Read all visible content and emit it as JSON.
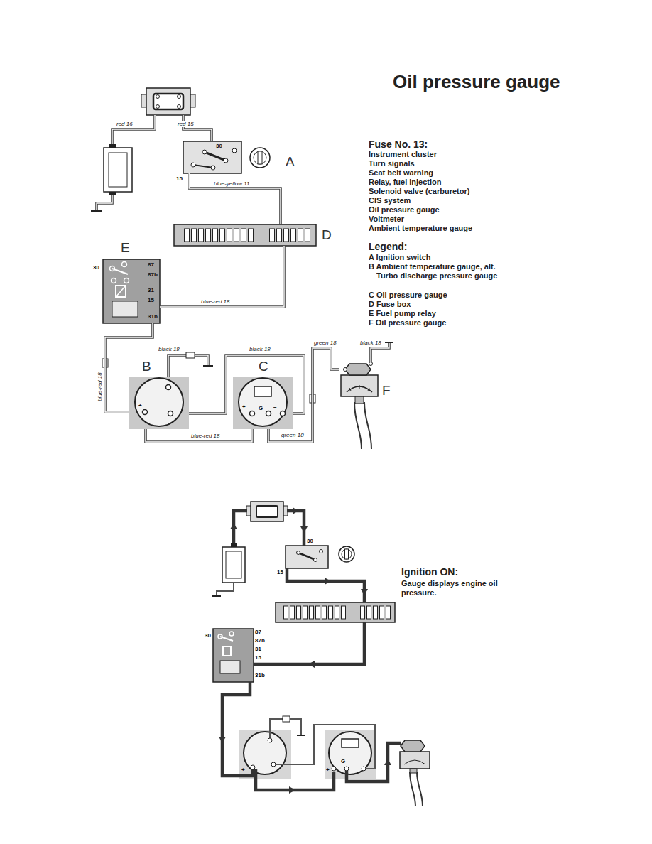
{
  "diagram": {
    "title": "Oil pressure gauge",
    "nodes": [
      {
        "text": [
          "A"
        ]
      },
      {
        "text": [
          "D"
        ]
      },
      {
        "text": [
          "E"
        ]
      },
      {
        "text": [
          "B"
        ]
      },
      {
        "text": [
          "C"
        ]
      },
      {
        "text": [
          "F"
        ]
      }
    ],
    "edges": [
      {
        "from": 0,
        "to": 1,
        "arrow": "none",
        "label": "blue-yellow 11"
      },
      {
        "from": 1,
        "to": 2,
        "arrow": "none",
        "label": "blue-red 18"
      },
      {
        "from": 2,
        "to": 3,
        "arrow": "none",
        "label": "blue-red 18"
      },
      {
        "from": 3,
        "to": 4,
        "arrow": "none",
        "label": "blue-red 18"
      },
      {
        "from": 3,
        "to": 4,
        "arrow": "none",
        "label": "black 18"
      },
      {
        "from": 4,
        "to": 5,
        "arrow": "none",
        "label": "green 18"
      }
    ],
    "labels": [
      "red 16",
      "red 15",
      "30",
      "15",
      "30",
      "87",
      "87b",
      "31",
      "15",
      "31b",
      "black 18",
      "+",
      "black 18",
      "green 18",
      "+",
      "G",
      "−",
      "Fuse No. 13:",
      "Instrument cluster",
      "Turn signals",
      "Seat belt warning",
      "Relay, fuel injection",
      "Solenoid valve (carburetor)",
      "CIS system",
      "Oil pressure gauge",
      "Voltmeter",
      "Ambient temperature gauge",
      "Legend:",
      "A Ignition switch",
      "B Ambient temperature gauge, alt. Turbo discharge pressure gauge",
      "C Oil pressure gauge",
      "D Fuse box",
      "E Fuel pump relay",
      "F Oil pressure gauge",
      "Ignition ON:",
      "Gauge displays engine oil pressure.",
      "30",
      "15",
      "30",
      "87",
      "87b",
      "31",
      "15",
      "31b",
      "+",
      "+",
      "G",
      "−"
    ]
  }
}
